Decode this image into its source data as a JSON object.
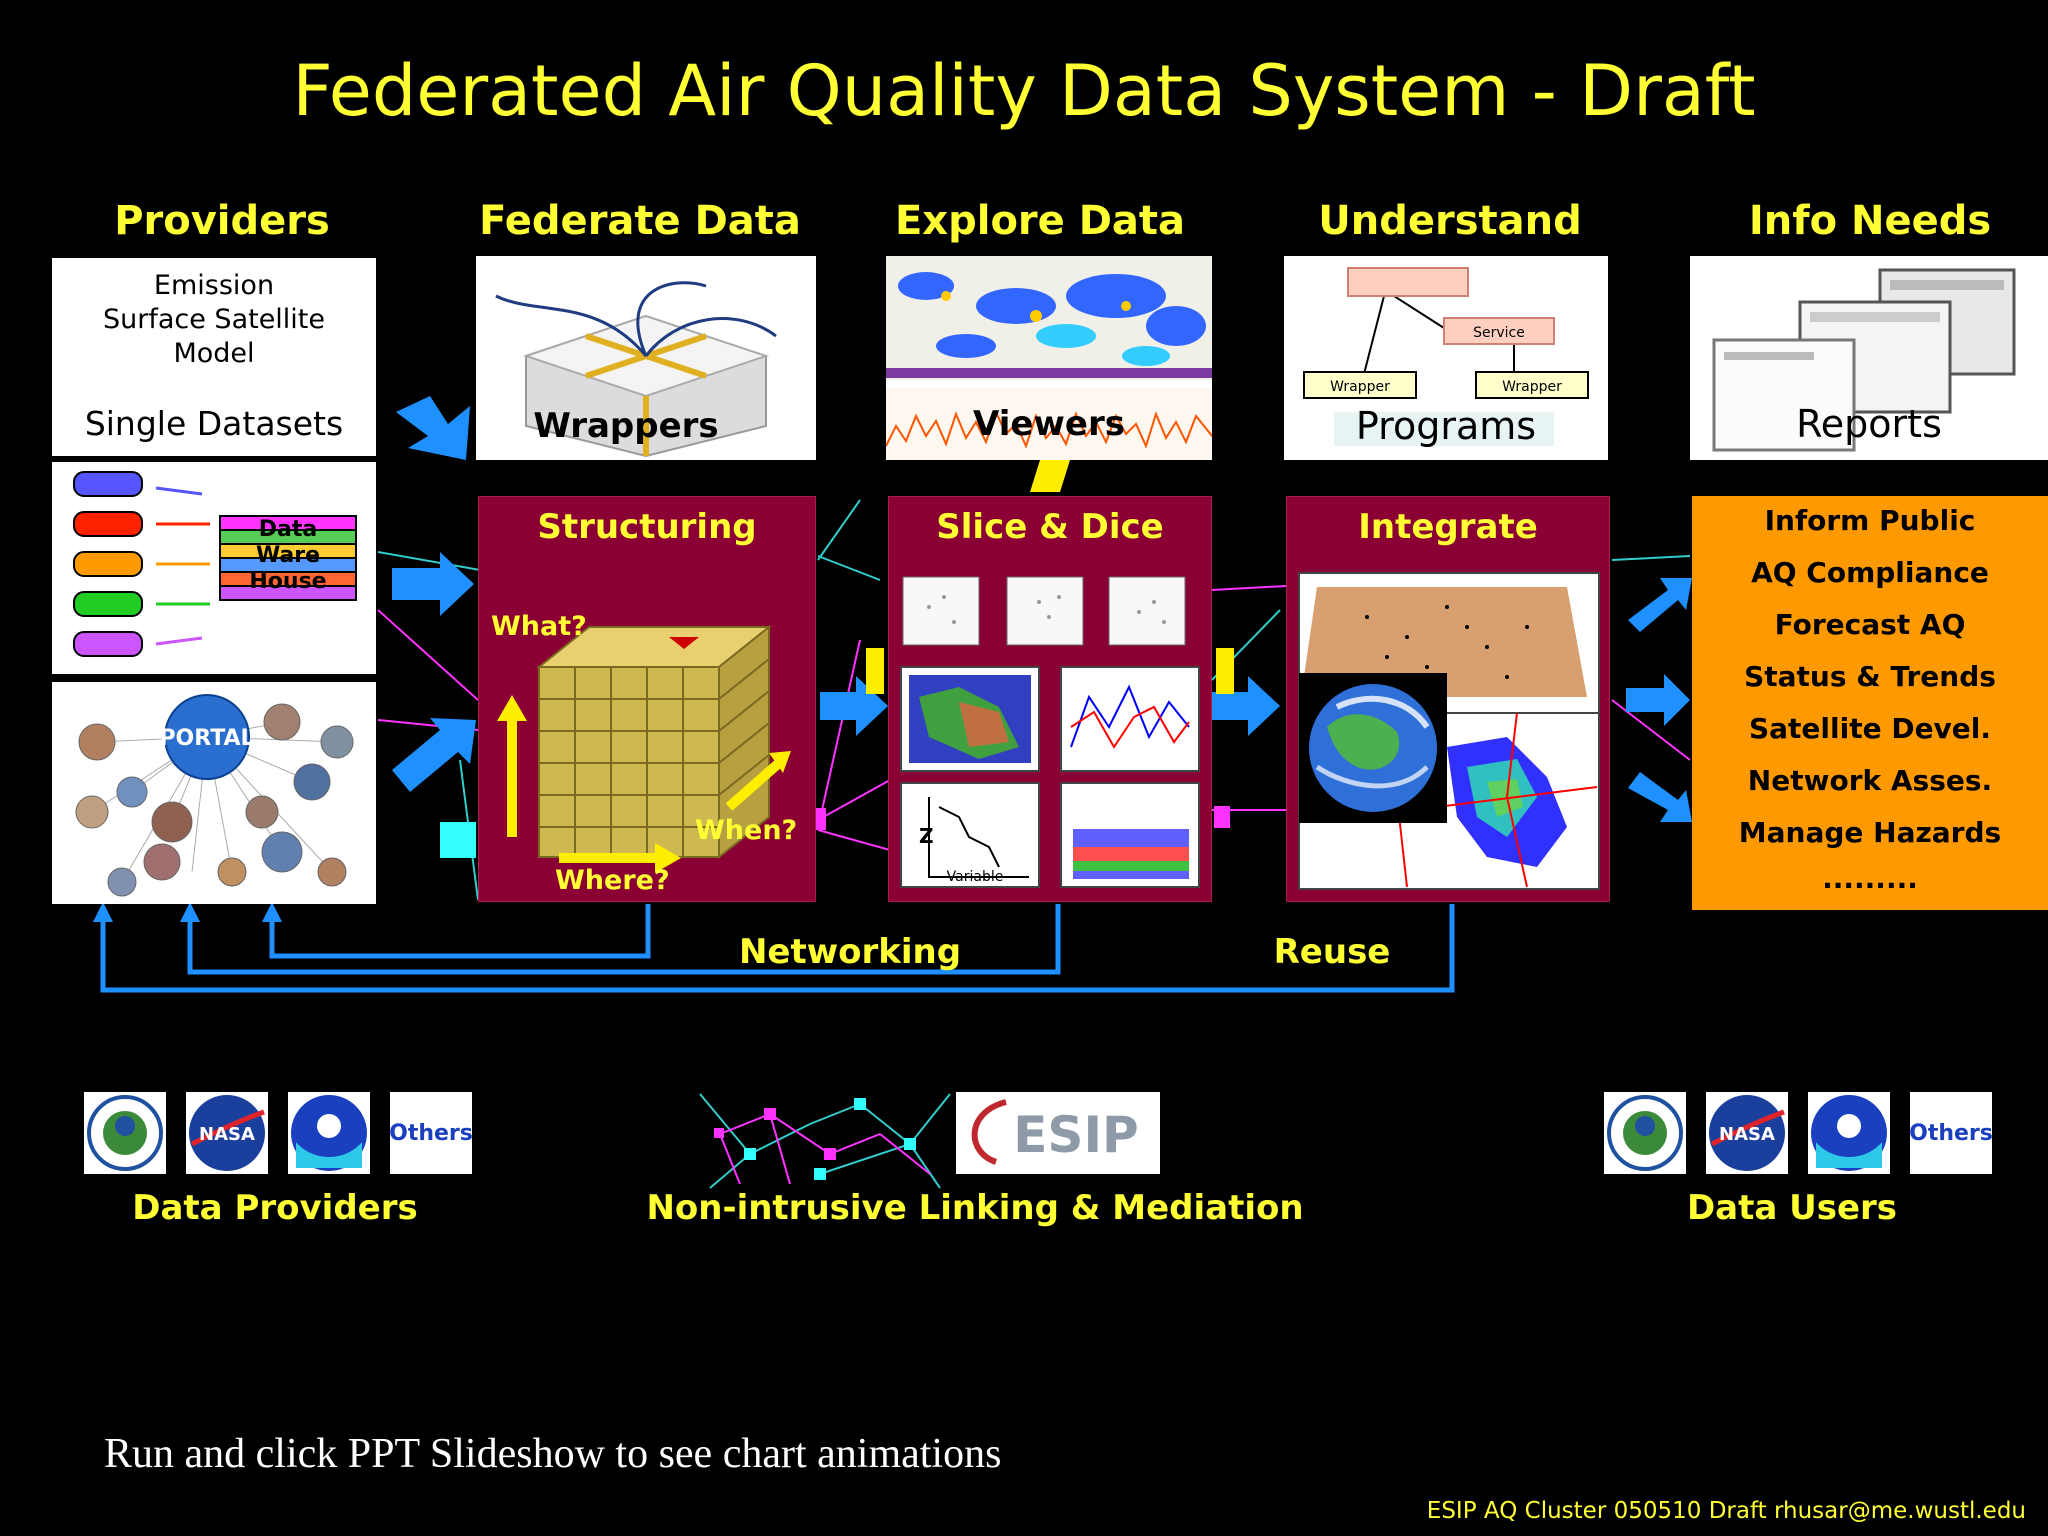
{
  "title": "Federated Air Quality Data System - Draft",
  "columns": {
    "providers": "Providers",
    "federate": "Federate Data",
    "explore": "Explore Data",
    "understand": "Understand",
    "info_needs": "Info Needs"
  },
  "providers_box": {
    "line1": "Emission",
    "line2": "Surface Satellite",
    "line3": "Model",
    "label": "Single Datasets"
  },
  "warehouse_label": "Data Ware House",
  "portal_label": "PORTAL",
  "image_labels": {
    "wrappers": "Wrappers",
    "viewers": "Viewers",
    "programs": "Programs",
    "reports": "Reports",
    "wrapper_small_1": "Wrapper",
    "wrapper_small_2": "Wrapper",
    "service": "Service",
    "variable": "Variable",
    "z_axis": "Z"
  },
  "structuring": {
    "title": "Structuring",
    "what": "What?",
    "when": "When?",
    "where": "Where?"
  },
  "slice_dice": {
    "title": "Slice & Dice"
  },
  "integrate": {
    "title": "Integrate"
  },
  "info_needs_items": [
    "Inform Public",
    "AQ Compliance",
    "Forecast AQ",
    "Status & Trends",
    "Satellite Devel.",
    "Network Asses.",
    "Manage Hazards",
    "........."
  ],
  "feedback": {
    "networking": "Networking",
    "reuse": "Reuse"
  },
  "bottom": {
    "data_providers": "Data Providers",
    "linking": "Non-intrusive Linking & Mediation",
    "data_users": "Data Users",
    "others": "Others",
    "esip": "ESIP",
    "nasa": "NASA"
  },
  "footer_note": "Run and click PPT Slideshow to see chart animations",
  "credit": "ESIP AQ Cluster 050510  Draft  rhusar@me.wustl.edu",
  "colors": {
    "title_yellow": "#ffff33",
    "panel_maroon": "#8a0035",
    "needs_orange": "#ff9900",
    "arrow_blue": "#1e90ff",
    "link_magenta": "#ff33ff",
    "link_cyan": "#33cccc"
  }
}
